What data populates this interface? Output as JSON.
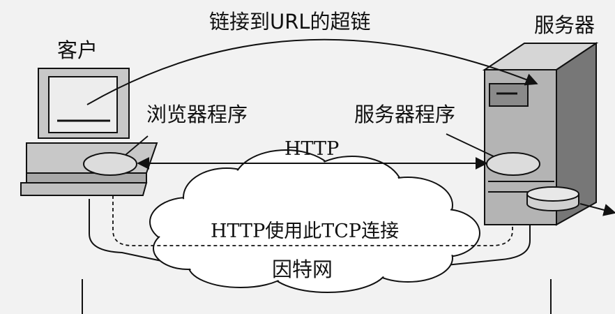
{
  "labels": {
    "hyperlink": "链接到URL的超链",
    "client": "客户",
    "server": "服务器",
    "browser_program": "浏览器程序",
    "server_program": "服务器程序",
    "http": "HTTP",
    "tcp_connection": "HTTP使用此TCP连接",
    "internet": "因特网"
  },
  "colors": {
    "background": "#f2f2f2",
    "monitor_body": "#c8c8c8",
    "monitor_screen": "#ededed",
    "server_front": "#b4b4b4",
    "server_side": "#777777",
    "server_top": "#d6d6d6",
    "program_ellipse": "#dcdcdc",
    "disk": "#d0d0d0",
    "cloud_fill": "#ffffff",
    "line": "#111111"
  }
}
